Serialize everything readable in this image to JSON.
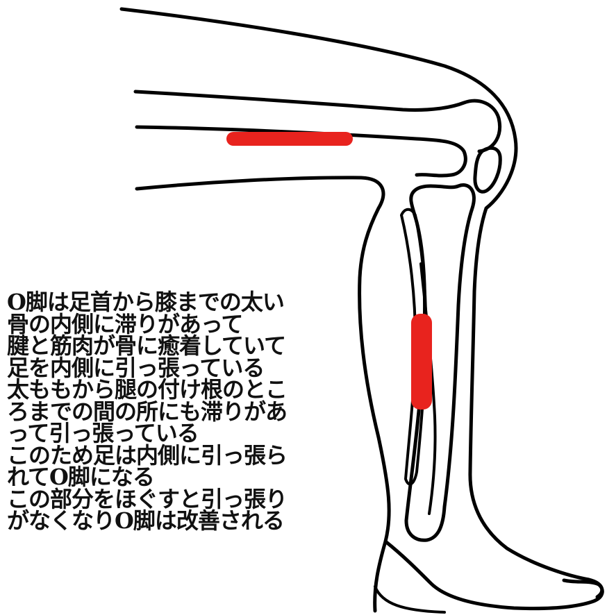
{
  "colors": {
    "line": "#000000",
    "highlight": "#e8231e",
    "background": "#ffffff"
  },
  "highlights": [
    {
      "name": "thigh-adhesion-highlight"
    },
    {
      "name": "shin-adhesion-highlight"
    }
  ],
  "caption_lines": [
    "O脚は足首から膝までの太い",
    "骨の内側に滞りがあって",
    "腱と筋肉が骨に癒着していて",
    "足を内側に引っ張っている",
    "太ももから腿の付け根のとこ",
    "ろまでの間の所にも滞りがあ",
    "って引っ張っている",
    "このため足は内側に引っ張ら",
    "れてO脚になる",
    "この部分をほぐすと引っ張り",
    "がなくなりO脚は改善される"
  ]
}
